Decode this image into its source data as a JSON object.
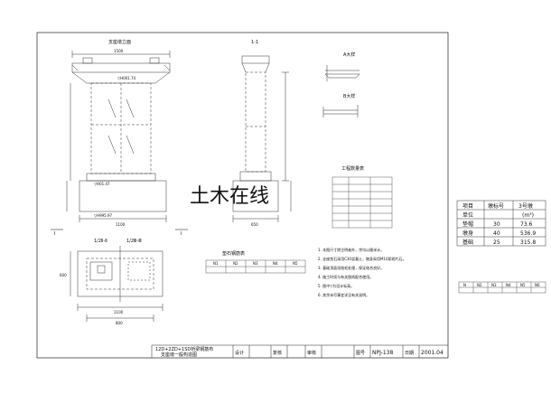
{
  "views": {
    "front_view_label": "支座墩立面",
    "section_a_label": "1-1",
    "section_b_label": "1/2Ⅱ-Ⅱ",
    "section_c_label": "1/2Ⅲ-Ⅲ",
    "marker_left": "Ⅰ",
    "marker_right": "Ⅰ",
    "cap_width_label": "1500",
    "base_width_label": "1100",
    "elevation_top": "▽H001.74",
    "elevation_mid": "▽H01.47",
    "elevation_bottom": "▽H995.97",
    "section_base_dim": "650",
    "plan_width_dim": "1100",
    "plan_inner_dim": "800",
    "plan_height_dim": "600"
  },
  "details": {
    "detail_a_label": "A大样",
    "detail_b_label": "B大样"
  },
  "table_materials": {
    "title": "工程数量表",
    "rows": [
      [
        "",
        "",
        ""
      ],
      [
        "",
        "",
        ""
      ],
      [
        "",
        "",
        ""
      ],
      [
        "",
        "",
        ""
      ],
      [
        "",
        "",
        ""
      ],
      [
        "",
        "",
        ""
      ],
      [
        "",
        "",
        ""
      ]
    ]
  },
  "table_rebar": {
    "title": "垫石钢筋表",
    "header": [
      "N1",
      "N2",
      "N3",
      "N4",
      "N5"
    ],
    "values": [
      "",
      "",
      "",
      "",
      ""
    ]
  },
  "notes": {
    "lines": [
      "1. 本图尺寸除注明者外，余均以厘米计。",
      "2. 支座垫石采用C30混凝土，墩身采用M10浆砌片石。",
      "3. 基础顶面须凿毛处理，保证结合良好。",
      "4. 施工时须与有关图纸配合使用。",
      "5. 图中▽为设计标高。",
      "6. 其余未尽事宜详见有关说明。"
    ]
  },
  "quantity_table": {
    "header": [
      "项目",
      "墩标号",
      "3号墩"
    ],
    "unit_row": [
      "单位",
      "",
      "(m³)"
    ],
    "rows": [
      [
        "垫帽",
        "30",
        "73.6"
      ],
      [
        "墩身",
        "40",
        "536.9"
      ],
      [
        "基础",
        "25",
        "315.8"
      ]
    ]
  },
  "small_table": {
    "header": [
      "N",
      "N2",
      "N3",
      "N4",
      "N5",
      "N6"
    ],
    "values": [
      "",
      "",
      "",
      "",
      "",
      ""
    ]
  },
  "title_block": {
    "drawing_title_line1": "12D+2ZD+1SD桥梁钢筋布",
    "drawing_title_line2": "支座墩一般构造图",
    "design_label": "设计",
    "review_label": "复核",
    "approve_label": "审核",
    "drawing_no_label": "图号",
    "drawing_no": "NPJ-138",
    "date_label": "日期",
    "date": "2001.04"
  },
  "watermark": "土木在线"
}
